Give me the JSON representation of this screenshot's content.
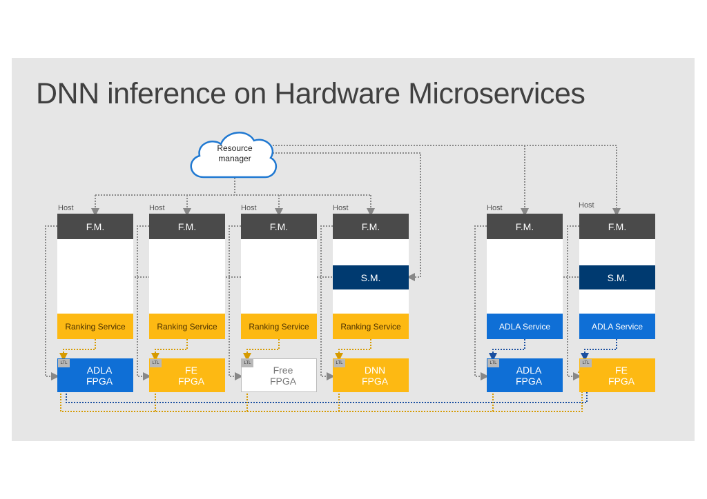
{
  "title": "DNN inference on Hardware Microservices",
  "resource_manager": {
    "line1": "Resource",
    "line2": "manager"
  },
  "colors": {
    "fm": "#4a4a4a",
    "sm": "#003a70",
    "gold": "#fdb913",
    "blue": "#0f6fd6",
    "background": "#e6e6e6"
  },
  "hosts": [
    {
      "host": "Host",
      "fm": "F.M.",
      "sm": "",
      "service": "Ranking Service",
      "service_color": "gold",
      "ltl": "LTL",
      "fpga_line1": "ADLA",
      "fpga_line2": "FPGA",
      "fpga_color": "blue"
    },
    {
      "host": "Host",
      "fm": "F.M.",
      "sm": "",
      "service": "Ranking Service",
      "service_color": "gold",
      "ltl": "LTL",
      "fpga_line1": "FE",
      "fpga_line2": "FPGA",
      "fpga_color": "gold"
    },
    {
      "host": "Host",
      "fm": "F.M.",
      "sm": "",
      "service": "Ranking Service",
      "service_color": "gold",
      "ltl": "LTL",
      "fpga_line1": "Free",
      "fpga_line2": "FPGA",
      "fpga_color": "free"
    },
    {
      "host": "Host",
      "fm": "F.M.",
      "sm": "S.M.",
      "service": "Ranking Service",
      "service_color": "gold",
      "ltl": "LTL",
      "fpga_line1": "DNN",
      "fpga_line2": "FPGA",
      "fpga_color": "gold"
    },
    {
      "host": "Host",
      "fm": "F.M.",
      "sm": "",
      "service": "ADLA Service",
      "service_color": "blue",
      "ltl": "LTL",
      "fpga_line1": "ADLA",
      "fpga_line2": "FPGA",
      "fpga_color": "blue"
    },
    {
      "host": "Host",
      "fm": "F.M.",
      "sm": "S.M.",
      "service": "ADLA Service",
      "service_color": "blue",
      "ltl": "LTL",
      "fpga_line1": "FE",
      "fpga_line2": "FPGA",
      "fpga_color": "gold"
    }
  ]
}
